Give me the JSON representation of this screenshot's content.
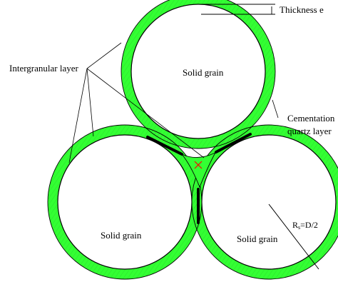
{
  "labels": {
    "thickness": "Thickness e",
    "intergranular": "Intergranular layer",
    "cementation_line1": "Cementation",
    "cementation_line2": "quartz layer",
    "grain_top": "Solid grain",
    "grain_left": "Solid grain",
    "grain_right": "Solid grain",
    "radius_main": "R",
    "radius_sub": "s",
    "radius_rest": "=D/2"
  },
  "colors": {
    "cement_layer": "#33ff33",
    "intergranular_zone": "#33ff33",
    "grain_fill": "#ffffff",
    "outline": "#000000",
    "center_mark": "#ff0000"
  }
}
